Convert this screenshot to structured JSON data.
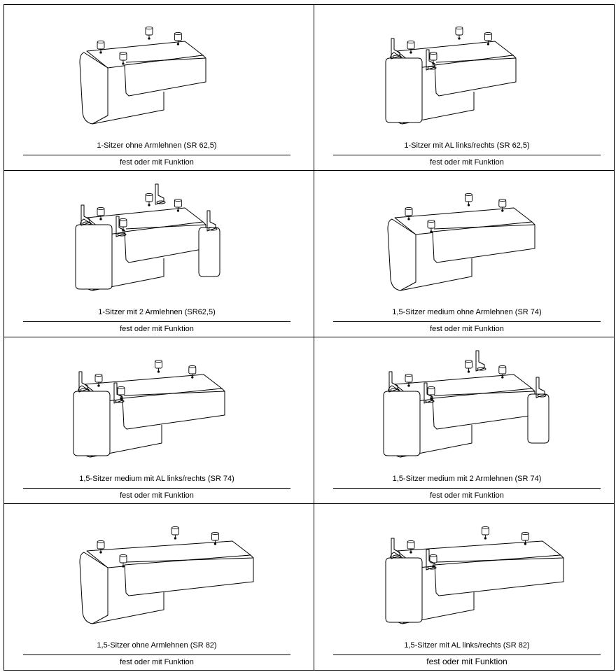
{
  "catalog": {
    "cells": [
      {
        "model": "1-Sitzer ohne Armlehnen (SR 62,5)",
        "variant": "fest oder mit Funktion",
        "arms": "none",
        "size": "small"
      },
      {
        "model": "1-Sitzer mit AL links/rechts (SR 62,5)",
        "variant": "fest oder mit Funktion",
        "arms": "one",
        "size": "small"
      },
      {
        "model": "1-Sitzer mit 2 Armlehnen (SR62,5)",
        "variant": "fest oder mit Funktion",
        "arms": "two",
        "size": "small"
      },
      {
        "model": "1,5-Sitzer medium ohne Armlehnen (SR 74)",
        "variant": "fest oder mit Funktion",
        "arms": "none",
        "size": "medium"
      },
      {
        "model": "1,5-Sitzer medium mit AL links/rechts (SR 74)",
        "variant": "fest oder mit Funktion",
        "arms": "one",
        "size": "medium"
      },
      {
        "model": "1,5-Sitzer medium mit 2 Armlehnen (SR 74)",
        "variant": "fest oder mit Funktion",
        "arms": "two",
        "size": "medium"
      },
      {
        "model": "1,5-Sitzer ohne Armlehnen (SR 82)",
        "variant": "fest oder mit Funktion",
        "arms": "none",
        "size": "large"
      },
      {
        "model": "1,5-Sitzer mit AL links/rechts (SR 82)",
        "variant": "fest oder mit Funktion",
        "arms": "one",
        "size": "large"
      }
    ]
  }
}
